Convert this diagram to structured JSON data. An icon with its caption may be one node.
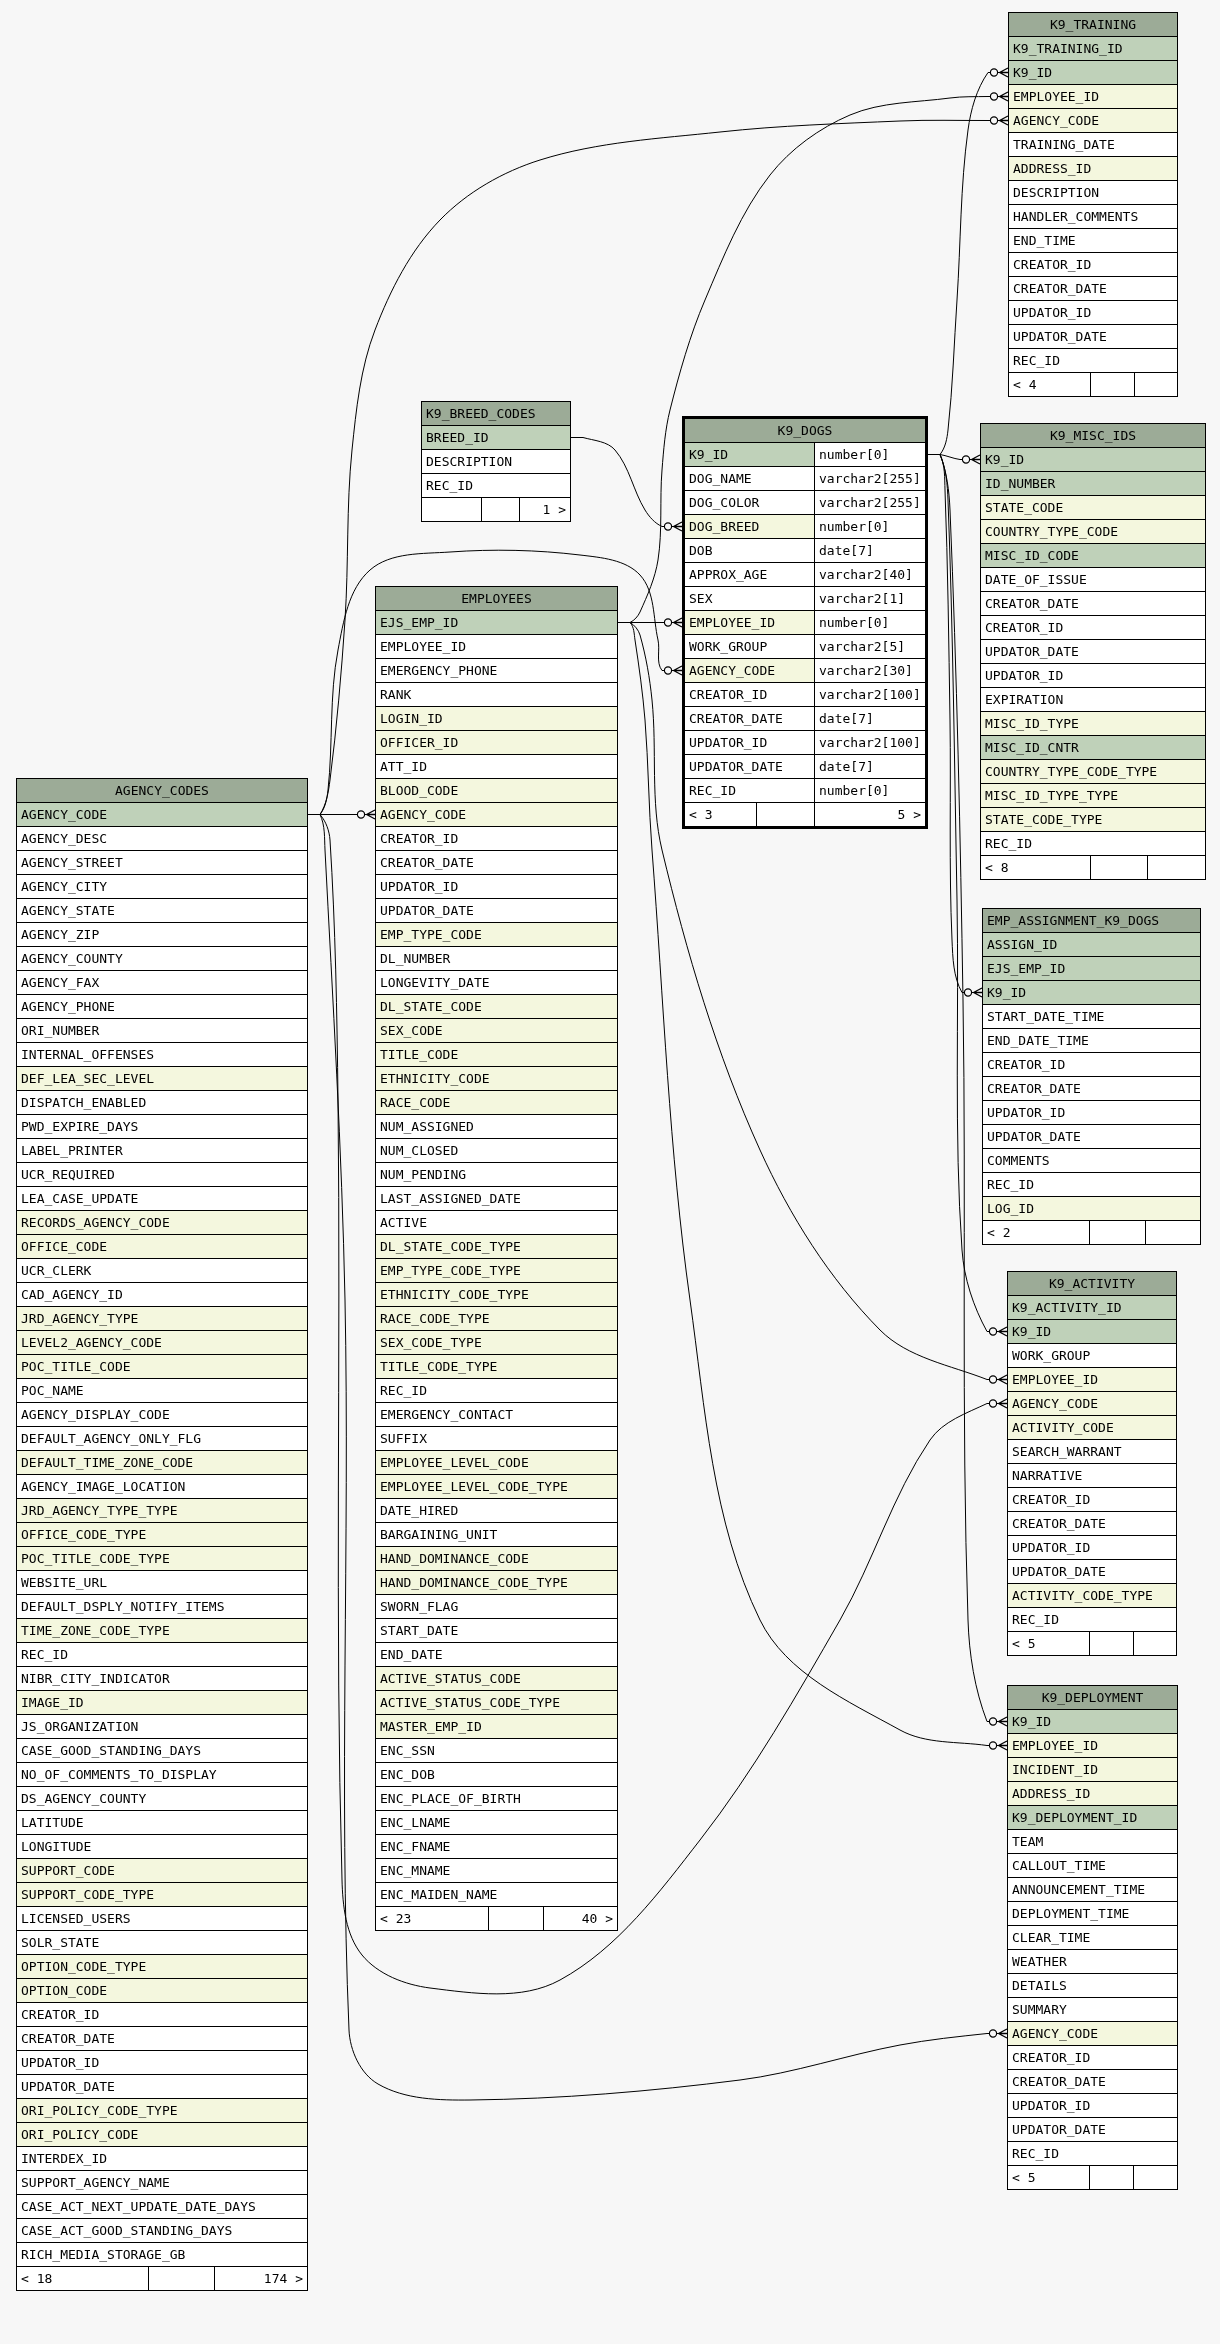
{
  "diagram": {
    "nodes": [
      {
        "text": [
          "K9_TRAINING"
        ]
      },
      {
        "text": [
          "K9_TRAINING_ID"
        ],
        "in": 0
      },
      {
        "text": [
          "K9_ID"
        ],
        "in": 0
      },
      {
        "text": [
          "EMPLOYEE_ID"
        ],
        "in": 0
      },
      {
        "text": [
          "AGENCY_CODE"
        ],
        "in": 0
      },
      {
        "text": [
          "TRAINING_DATE"
        ],
        "in": 0
      },
      {
        "text": [
          "ADDRESS_ID"
        ],
        "in": 0
      },
      {
        "text": [
          "DESCRIPTION"
        ],
        "in": 0
      },
      {
        "text": [
          "HANDLER_COMMENTS"
        ],
        "in": 0
      },
      {
        "text": [
          "END_TIME"
        ],
        "in": 0
      },
      {
        "text": [
          "CREATOR_ID"
        ],
        "in": 0
      },
      {
        "text": [
          "CREATOR_DATE"
        ],
        "in": 0
      },
      {
        "text": [
          "UPDATOR_ID"
        ],
        "in": 0
      },
      {
        "text": [
          "UPDATOR_DATE"
        ],
        "in": 0
      },
      {
        "text": [
          "REC_ID"
        ],
        "in": 0
      },
      {
        "text": [
          "< 4"
        ],
        "in": 0
      },
      {
        "text": [],
        "shape": "box",
        "in": 0
      },
      {
        "text": [],
        "shape": "box",
        "in": 0
      },
      {
        "text": [
          "K9_BREED_CODES"
        ]
      },
      {
        "text": [
          "BREED_ID"
        ],
        "in": 18
      },
      {
        "text": [
          "DESCRIPTION"
        ],
        "in": 18
      },
      {
        "text": [
          "REC_ID"
        ],
        "in": 18
      },
      {
        "text": [],
        "shape": "box",
        "in": 18
      },
      {
        "text": [],
        "shape": "box",
        "in": 18
      },
      {
        "text": [
          "1 >"
        ],
        "in": 18
      },
      {
        "text": [
          "K9_DOGS"
        ]
      },
      {
        "text": [
          "K9_ID",
          "number[0]"
        ],
        "in": 25
      },
      {
        "text": [
          "DOG_NAME",
          "varchar2[255]"
        ],
        "in": 25
      },
      {
        "text": [
          "DOG_COLOR",
          "varchar2[255]"
        ],
        "in": 25
      },
      {
        "text": [
          "DOG_BREED",
          "number[0]"
        ],
        "in": 25
      },
      {
        "text": [
          "DOB",
          "date[7]"
        ],
        "in": 25
      },
      {
        "text": [
          "APPROX_AGE",
          "varchar2[40]"
        ],
        "in": 25
      },
      {
        "text": [
          "SEX",
          "varchar2[1]"
        ],
        "in": 25
      },
      {
        "text": [
          "EMPLOYEE_ID",
          "number[0]"
        ],
        "in": 25
      },
      {
        "text": [
          "WORK_GROUP",
          "varchar2[5]"
        ],
        "in": 25
      },
      {
        "text": [
          "AGENCY_CODE",
          "varchar2[30]"
        ],
        "in": 25
      },
      {
        "text": [
          "CREATOR_ID",
          "varchar2[100]"
        ],
        "in": 25
      },
      {
        "text": [
          "CREATOR_DATE",
          "date[7]"
        ],
        "in": 25
      },
      {
        "text": [
          "UPDATOR_ID",
          "varchar2[100]"
        ],
        "in": 25
      },
      {
        "text": [
          "UPDATOR_DATE",
          "date[7]"
        ],
        "in": 25
      },
      {
        "text": [
          "REC_ID",
          "number[0]"
        ],
        "in": 25
      },
      {
        "text": [
          "< 3"
        ],
        "in": 25
      },
      {
        "text": [],
        "shape": "box",
        "in": 25
      },
      {
        "text": [
          "5 >"
        ],
        "in": 25
      },
      {
        "text": [
          "K9_MISC_IDS"
        ]
      },
      {
        "text": [
          "K9_ID"
        ],
        "in": 44
      },
      {
        "text": [
          "ID_NUMBER"
        ],
        "in": 44
      },
      {
        "text": [
          "STATE_CODE"
        ],
        "in": 44
      },
      {
        "text": [
          "COUNTRY_TYPE_CODE"
        ],
        "in": 44
      },
      {
        "text": [
          "MISC_ID_CODE"
        ],
        "in": 44
      },
      {
        "text": [
          "DATE_OF_ISSUE"
        ],
        "in": 44
      },
      {
        "text": [
          "CREATOR_DATE"
        ],
        "in": 44
      },
      {
        "text": [
          "CREATOR_ID"
        ],
        "in": 44
      },
      {
        "text": [
          "UPDATOR_DATE"
        ],
        "in": 44
      },
      {
        "text": [
          "UPDATOR_ID"
        ],
        "in": 44
      },
      {
        "text": [
          "EXPIRATION"
        ],
        "in": 44
      },
      {
        "text": [
          "MISC_ID_TYPE"
        ],
        "in": 44
      },
      {
        "text": [
          "MISC_ID_CNTR"
        ],
        "in": 44
      },
      {
        "text": [
          "COUNTRY_TYPE_CODE_TYPE"
        ],
        "in": 44
      },
      {
        "text": [
          "MISC_ID_TYPE_TYPE"
        ],
        "in": 44
      },
      {
        "text": [
          "STATE_CODE_TYPE"
        ],
        "in": 44
      },
      {
        "text": [
          "REC_ID"
        ],
        "in": 44
      },
      {
        "text": [
          "< 8"
        ],
        "in": 44
      },
      {
        "text": [],
        "shape": "box",
        "in": 44
      },
      {
        "text": [],
        "shape": "box",
        "in": 44
      },
      {
        "text": [
          "EMPLOYEES"
        ]
      },
      {
        "text": [
          "EJS_EMP_ID"
        ],
        "in": 65
      },
      {
        "text": [
          "EMPLOYEE_ID"
        ],
        "in": 65
      },
      {
        "text": [
          "EMERGENCY_PHONE"
        ],
        "in": 65
      },
      {
        "text": [
          "RANK"
        ],
        "in": 65
      },
      {
        "text": [
          "LOGIN_ID"
        ],
        "in": 65
      },
      {
        "text": [
          "OFFICER_ID"
        ],
        "in": 65
      },
      {
        "text": [
          "ATT_ID"
        ],
        "in": 65
      },
      {
        "text": [
          "BLOOD_CODE"
        ],
        "in": 65
      },
      {
        "text": [
          "AGENCY_CODE"
        ],
        "in": 65
      },
      {
        "text": [
          "CREATOR_ID"
        ],
        "in": 65
      },
      {
        "text": [
          "CREATOR_DATE"
        ],
        "in": 65
      },
      {
        "text": [
          "UPDATOR_ID"
        ],
        "in": 65
      },
      {
        "text": [
          "UPDATOR_DATE"
        ],
        "in": 65
      },
      {
        "text": [
          "EMP_TYPE_CODE"
        ],
        "in": 65
      },
      {
        "text": [
          "DL_NUMBER"
        ],
        "in": 65
      },
      {
        "text": [
          "LONGEVITY_DATE"
        ],
        "in": 65
      },
      {
        "text": [
          "DL_STATE_CODE"
        ],
        "in": 65
      },
      {
        "text": [
          "SEX_CODE"
        ],
        "in": 65
      },
      {
        "text": [
          "TITLE_CODE"
        ],
        "in": 65
      },
      {
        "text": [
          "ETHNICITY_CODE"
        ],
        "in": 65
      },
      {
        "text": [
          "RACE_CODE"
        ],
        "in": 65
      },
      {
        "text": [
          "NUM_ASSIGNED"
        ],
        "in": 65
      },
      {
        "text": [
          "NUM_CLOSED"
        ],
        "in": 65
      },
      {
        "text": [
          "NUM_PENDING"
        ],
        "in": 65
      },
      {
        "text": [
          "LAST_ASSIGNED_DATE"
        ],
        "in": 65
      },
      {
        "text": [
          "ACTIVE"
        ],
        "in": 65
      },
      {
        "text": [
          "DL_STATE_CODE_TYPE"
        ],
        "in": 65
      },
      {
        "text": [
          "EMP_TYPE_CODE_TYPE"
        ],
        "in": 65
      },
      {
        "text": [
          "ETHNICITY_CODE_TYPE"
        ],
        "in": 65
      },
      {
        "text": [
          "RACE_CODE_TYPE"
        ],
        "in": 65
      },
      {
        "text": [
          "SEX_CODE_TYPE"
        ],
        "in": 65
      },
      {
        "text": [
          "TITLE_CODE_TYPE"
        ],
        "in": 65
      },
      {
        "text": [
          "REC_ID"
        ],
        "in": 65
      },
      {
        "text": [
          "EMERGENCY_CONTACT"
        ],
        "in": 65
      },
      {
        "text": [
          "SUFFIX"
        ],
        "in": 65
      },
      {
        "text": [
          "EMPLOYEE_LEVEL_CODE"
        ],
        "in": 65
      },
      {
        "text": [
          "EMPLOYEE_LEVEL_CODE_TYPE"
        ],
        "in": 65
      },
      {
        "text": [
          "DATE_HIRED"
        ],
        "in": 65
      },
      {
        "text": [
          "BARGAINING_UNIT"
        ],
        "in": 65
      },
      {
        "text": [
          "HAND_DOMINANCE_CODE"
        ],
        "in": 65
      },
      {
        "text": [
          "HAND_DOMINANCE_CODE_TYPE"
        ],
        "in": 65
      },
      {
        "text": [
          "SWORN_FLAG"
        ],
        "in": 65
      },
      {
        "text": [
          "START_DATE"
        ],
        "in": 65
      },
      {
        "text": [
          "END_DATE"
        ],
        "in": 65
      },
      {
        "text": [
          "ACTIVE_STATUS_CODE"
        ],
        "in": 65
      },
      {
        "text": [
          "ACTIVE_STATUS_CODE_TYPE"
        ],
        "in": 65
      },
      {
        "text": [
          "MASTER_EMP_ID"
        ],
        "in": 65
      },
      {
        "text": [
          "ENC_SSN"
        ],
        "in": 65
      },
      {
        "text": [
          "ENC_DOB"
        ],
        "in": 65
      },
      {
        "text": [
          "ENC_PLACE_OF_BIRTH"
        ],
        "in": 65
      },
      {
        "text": [
          "ENC_LNAME"
        ],
        "in": 65
      },
      {
        "text": [
          "ENC_FNAME"
        ],
        "in": 65
      },
      {
        "text": [
          "ENC_MNAME"
        ],
        "in": 65
      },
      {
        "text": [
          "ENC_MAIDEN_NAME"
        ],
        "in": 65
      },
      {
        "text": [
          "< 23"
        ],
        "in": 65
      },
      {
        "text": [],
        "shape": "box",
        "in": 65
      },
      {
        "text": [
          "40 >"
        ],
        "in": 65
      },
      {
        "text": [
          "AGENCY_CODES"
        ]
      },
      {
        "text": [
          "AGENCY_CODE"
        ],
        "in": 123
      },
      {
        "text": [
          "AGENCY_DESC"
        ],
        "in": 123
      },
      {
        "text": [
          "AGENCY_STREET"
        ],
        "in": 123
      },
      {
        "text": [
          "AGENCY_CITY"
        ],
        "in": 123
      },
      {
        "text": [
          "AGENCY_STATE"
        ],
        "in": 123
      },
      {
        "text": [
          "AGENCY_ZIP"
        ],
        "in": 123
      },
      {
        "text": [
          "AGENCY_COUNTY"
        ],
        "in": 123
      },
      {
        "text": [
          "AGENCY_FAX"
        ],
        "in": 123
      },
      {
        "text": [
          "AGENCY_PHONE"
        ],
        "in": 123
      },
      {
        "text": [
          "ORI_NUMBER"
        ],
        "in": 123
      },
      {
        "text": [
          "INTERNAL_OFFENSES"
        ],
        "in": 123
      },
      {
        "text": [
          "DEF_LEA_SEC_LEVEL"
        ],
        "in": 123
      },
      {
        "text": [
          "DISPATCH_ENABLED"
        ],
        "in": 123
      },
      {
        "text": [
          "PWD_EXPIRE_DAYS"
        ],
        "in": 123
      },
      {
        "text": [
          "LABEL_PRINTER"
        ],
        "in": 123
      },
      {
        "text": [
          "UCR_REQUIRED"
        ],
        "in": 123
      },
      {
        "text": [
          "LEA_CASE_UPDATE"
        ],
        "in": 123
      },
      {
        "text": [
          "RECORDS_AGENCY_CODE"
        ],
        "in": 123
      },
      {
        "text": [
          "OFFICE_CODE"
        ],
        "in": 123
      },
      {
        "text": [
          "UCR_CLERK"
        ],
        "in": 123
      },
      {
        "text": [
          "CAD_AGENCY_ID"
        ],
        "in": 123
      },
      {
        "text": [
          "JRD_AGENCY_TYPE"
        ],
        "in": 123
      },
      {
        "text": [
          "LEVEL2_AGENCY_CODE"
        ],
        "in": 123
      },
      {
        "text": [
          "POC_TITLE_CODE"
        ],
        "in": 123
      },
      {
        "text": [
          "POC_NAME"
        ],
        "in": 123
      },
      {
        "text": [
          "AGENCY_DISPLAY_CODE"
        ],
        "in": 123
      },
      {
        "text": [
          "DEFAULT_AGENCY_ONLY_FLG"
        ],
        "in": 123
      },
      {
        "text": [
          "DEFAULT_TIME_ZONE_CODE"
        ],
        "in": 123
      },
      {
        "text": [
          "AGENCY_IMAGE_LOCATION"
        ],
        "in": 123
      },
      {
        "text": [
          "JRD_AGENCY_TYPE_TYPE"
        ],
        "in": 123
      },
      {
        "text": [
          "OFFICE_CODE_TYPE"
        ],
        "in": 123
      },
      {
        "text": [
          "POC_TITLE_CODE_TYPE"
        ],
        "in": 123
      },
      {
        "text": [
          "WEBSITE_URL"
        ],
        "in": 123
      },
      {
        "text": [
          "DEFAULT_DSPLY_NOTIFY_ITEMS"
        ],
        "in": 123
      },
      {
        "text": [
          "TIME_ZONE_CODE_TYPE"
        ],
        "in": 123
      },
      {
        "text": [
          "REC_ID"
        ],
        "in": 123
      },
      {
        "text": [
          "NIBR_CITY_INDICATOR"
        ],
        "in": 123
      },
      {
        "text": [
          "IMAGE_ID"
        ],
        "in": 123
      },
      {
        "text": [
          "JS_ORGANIZATION"
        ],
        "in": 123
      },
      {
        "text": [
          "CASE_GOOD_STANDING_DAYS"
        ],
        "in": 123
      },
      {
        "text": [
          "NO_OF_COMMENTS_TO_DISPLAY"
        ],
        "in": 123
      },
      {
        "text": [
          "DS_AGENCY_COUNTY"
        ],
        "in": 123
      },
      {
        "text": [
          "LATITUDE"
        ],
        "in": 123
      },
      {
        "text": [
          "LONGITUDE"
        ],
        "in": 123
      },
      {
        "text": [
          "SUPPORT_CODE"
        ],
        "in": 123
      },
      {
        "text": [
          "SUPPORT_CODE_TYPE"
        ],
        "in": 123
      },
      {
        "text": [
          "LICENSED_USERS"
        ],
        "in": 123
      },
      {
        "text": [
          "SOLR_STATE"
        ],
        "in": 123
      },
      {
        "text": [
          "OPTION_CODE_TYPE"
        ],
        "in": 123
      },
      {
        "text": [
          "OPTION_CODE"
        ],
        "in": 123
      },
      {
        "text": [
          "CREATOR_ID"
        ],
        "in": 123
      },
      {
        "text": [
          "CREATOR_DATE"
        ],
        "in": 123
      },
      {
        "text": [
          "UPDATOR_ID"
        ],
        "in": 123
      },
      {
        "text": [
          "UPDATOR_DATE"
        ],
        "in": 123
      },
      {
        "text": [
          "ORI_POLICY_CODE_TYPE"
        ],
        "in": 123
      },
      {
        "text": [
          "ORI_POLICY_CODE"
        ],
        "in": 123
      },
      {
        "text": [
          "INTERDEX_ID"
        ],
        "in": 123
      },
      {
        "text": [
          "SUPPORT_AGENCY_NAME"
        ],
        "in": 123
      },
      {
        "text": [
          "CASE_ACT_NEXT_UPDATE_DATE_DAYS"
        ],
        "in": 123
      },
      {
        "text": [
          "CASE_ACT_GOOD_STANDING_DAYS"
        ],
        "in": 123
      },
      {
        "text": [
          "RICH_MEDIA_STORAGE_GB"
        ],
        "in": 123
      },
      {
        "text": [
          "< 18"
        ],
        "in": 123
      },
      {
        "text": [],
        "shape": "box",
        "in": 123
      },
      {
        "text": [
          "174 >"
        ],
        "in": 123
      },
      {
        "text": [
          "EMP_ASSIGNMENT_K9_DOGS"
        ]
      },
      {
        "text": [
          "ASSIGN_ID"
        ],
        "in": 188
      },
      {
        "text": [
          "EJS_EMP_ID"
        ],
        "in": 188
      },
      {
        "text": [
          "K9_ID"
        ],
        "in": 188
      },
      {
        "text": [
          "START_DATE_TIME"
        ],
        "in": 188
      },
      {
        "text": [
          "END_DATE_TIME"
        ],
        "in": 188
      },
      {
        "text": [
          "CREATOR_ID"
        ],
        "in": 188
      },
      {
        "text": [
          "CREATOR_DATE"
        ],
        "in": 188
      },
      {
        "text": [
          "UPDATOR_ID"
        ],
        "in": 188
      },
      {
        "text": [
          "UPDATOR_DATE"
        ],
        "in": 188
      },
      {
        "text": [
          "COMMENTS"
        ],
        "in": 188
      },
      {
        "text": [
          "REC_ID"
        ],
        "in": 188
      },
      {
        "text": [
          "LOG_ID"
        ],
        "in": 188
      },
      {
        "text": [
          "< 2"
        ],
        "in": 188
      },
      {
        "text": [],
        "shape": "box",
        "in": 188
      },
      {
        "text": [],
        "shape": "box",
        "in": 188
      },
      {
        "text": [
          "K9_ACTIVITY"
        ]
      },
      {
        "text": [
          "K9_ACTIVITY_ID"
        ],
        "in": 204
      },
      {
        "text": [
          "K9_ID"
        ],
        "in": 204
      },
      {
        "text": [
          "WORK_GROUP"
        ],
        "in": 204
      },
      {
        "text": [
          "EMPLOYEE_ID"
        ],
        "in": 204
      },
      {
        "text": [
          "AGENCY_CODE"
        ],
        "in": 204
      },
      {
        "text": [
          "ACTIVITY_CODE"
        ],
        "in": 204
      },
      {
        "text": [
          "SEARCH_WARRANT"
        ],
        "in": 204
      },
      {
        "text": [
          "NARRATIVE"
        ],
        "in": 204
      },
      {
        "text": [
          "CREATOR_ID"
        ],
        "in": 204
      },
      {
        "text": [
          "CREATOR_DATE"
        ],
        "in": 204
      },
      {
        "text": [
          "UPDATOR_ID"
        ],
        "in": 204
      },
      {
        "text": [
          "UPDATOR_DATE"
        ],
        "in": 204
      },
      {
        "text": [
          "ACTIVITY_CODE_TYPE"
        ],
        "in": 204
      },
      {
        "text": [
          "REC_ID"
        ],
        "in": 204
      },
      {
        "text": [
          "< 5"
        ],
        "in": 204
      },
      {
        "text": [],
        "shape": "box",
        "in": 204
      },
      {
        "text": [],
        "shape": "box",
        "in": 204
      },
      {
        "text": [
          "K9_DEPLOYMENT"
        ]
      },
      {
        "text": [
          "K9_ID"
        ],
        "in": 222
      },
      {
        "text": [
          "EMPLOYEE_ID"
        ],
        "in": 222
      },
      {
        "text": [
          "INCIDENT_ID"
        ],
        "in": 222
      },
      {
        "text": [
          "ADDRESS_ID"
        ],
        "in": 222
      },
      {
        "text": [
          "K9_DEPLOYMENT_ID"
        ],
        "in": 222
      },
      {
        "text": [
          "TEAM"
        ],
        "in": 222
      },
      {
        "text": [
          "CALLOUT_TIME"
        ],
        "in": 222
      },
      {
        "text": [
          "ANNOUNCEMENT_TIME"
        ],
        "in": 222
      },
      {
        "text": [
          "DEPLOYMENT_TIME"
        ],
        "in": 222
      },
      {
        "text": [
          "CLEAR_TIME"
        ],
        "in": 222
      },
      {
        "text": [
          "WEATHER"
        ],
        "in": 222
      },
      {
        "text": [
          "DETAILS"
        ],
        "in": 222
      },
      {
        "text": [
          "SUMMARY"
        ],
        "in": 222
      },
      {
        "text": [
          "AGENCY_CODE"
        ],
        "in": 222
      },
      {
        "text": [
          "CREATOR_ID"
        ],
        "in": 222
      },
      {
        "text": [
          "CREATOR_DATE"
        ],
        "in": 222
      },
      {
        "text": [
          "UPDATOR_ID"
        ],
        "in": 222
      },
      {
        "text": [
          "UPDATOR_DATE"
        ],
        "in": 222
      },
      {
        "text": [
          "REC_ID"
        ],
        "in": 222
      },
      {
        "text": [
          "< 5"
        ],
        "in": 222
      },
      {
        "text": [],
        "shape": "box",
        "in": 222
      },
      {
        "text": [],
        "shape": "box",
        "in": 222
      }
    ],
    "edges": [
      {
        "from": 19,
        "to": 29,
        "arrow": "other"
      },
      {
        "from": 66,
        "to": 33,
        "arrow": "other"
      },
      {
        "from": 124,
        "to": 35,
        "arrow": "other"
      },
      {
        "from": 124,
        "to": 74,
        "arrow": "other"
      },
      {
        "from": 26,
        "to": 2,
        "arrow": "other"
      },
      {
        "from": 66,
        "to": 3,
        "arrow": "other"
      },
      {
        "from": 124,
        "to": 4,
        "arrow": "other"
      },
      {
        "from": 26,
        "to": 45,
        "arrow": "other"
      },
      {
        "from": 26,
        "to": 191,
        "arrow": "other"
      },
      {
        "from": 26,
        "to": 206,
        "arrow": "other"
      },
      {
        "from": 26,
        "to": 223,
        "arrow": "other"
      },
      {
        "from": 66,
        "to": 208,
        "arrow": "other"
      },
      {
        "from": 124,
        "to": 209,
        "arrow": "other"
      },
      {
        "from": 66,
        "to": 224,
        "arrow": "other"
      },
      {
        "from": 124,
        "to": 236,
        "arrow": "other"
      }
    ]
  }
}
